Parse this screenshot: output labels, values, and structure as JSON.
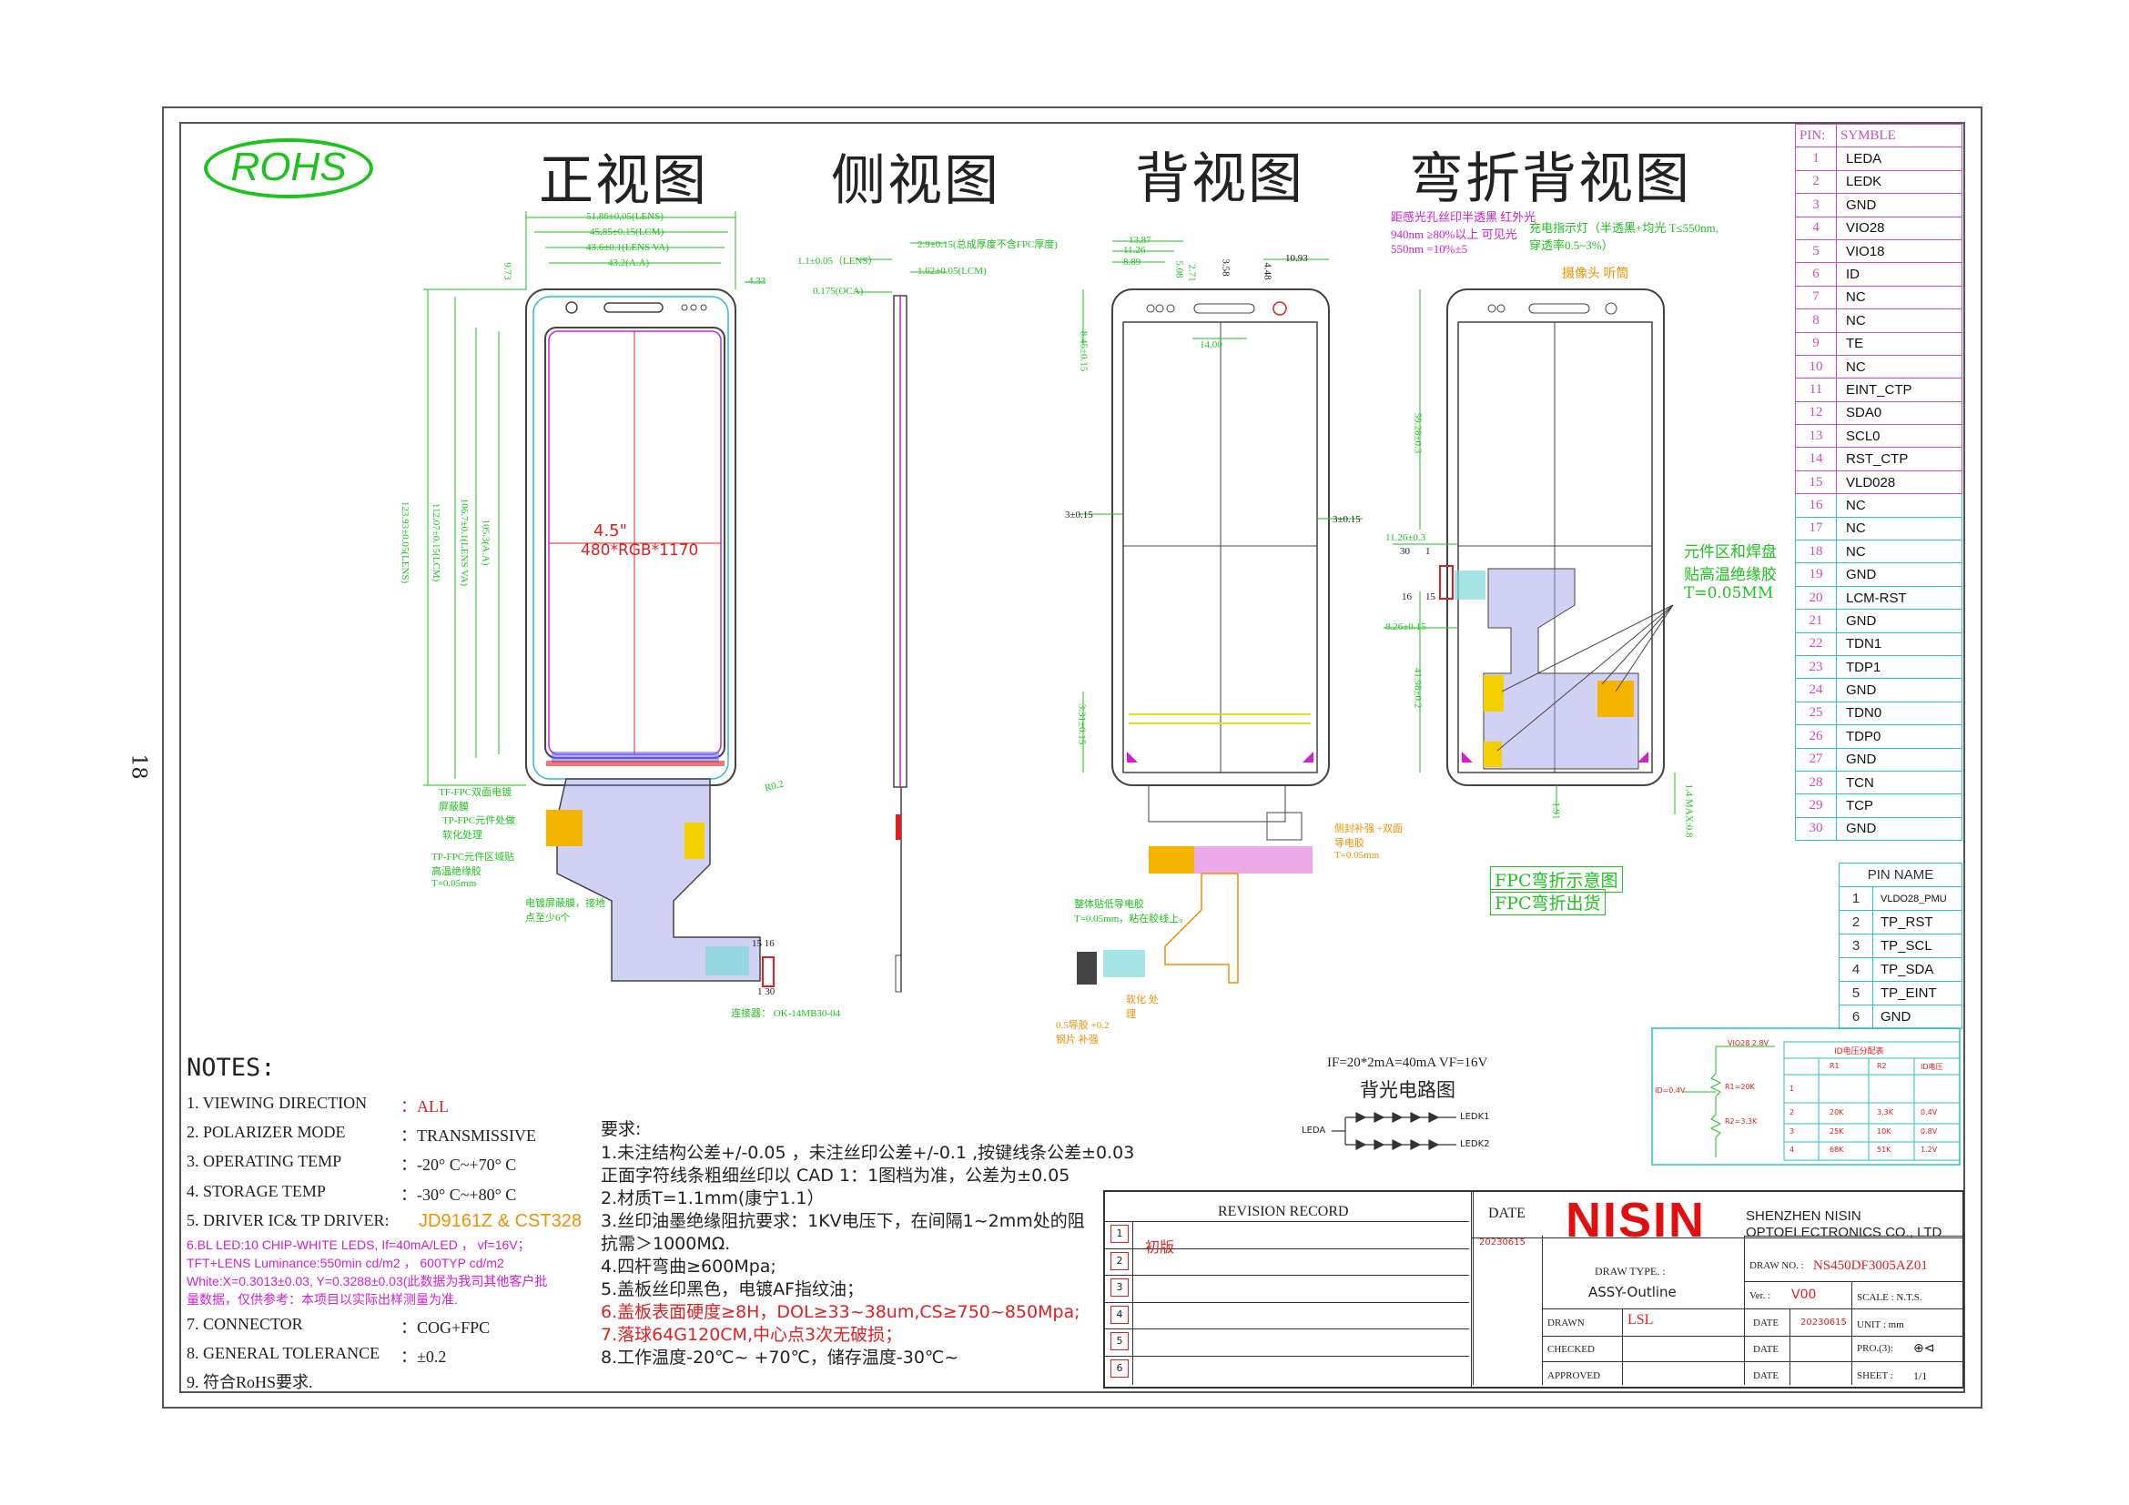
{
  "page_number": "18",
  "rohs": "ROHS",
  "views": {
    "front": "正视图",
    "side": "侧视图",
    "back": "背视图",
    "bent_back": "弯折背视图"
  },
  "front_view": {
    "dims": [
      "51.86±0.05(LENS)",
      "45.85±0.15(LCM)",
      "43.6±0.1(LENS VA)",
      "43.2(A.A)",
      "4.33",
      "9.73",
      "123.93±0.05(LENS)",
      "112.07±0.15(LCM)",
      "106.7±0.1(LENS VA)",
      "105.3(A.A)"
    ],
    "size_label": "4.5\"",
    "resolution_label": "480*RGB*1170",
    "notes": [
      "TF-FPC双面电镀屏蔽膜",
      "TP-FPC元件处做软化处理",
      "TP-FPC元件区域贴高温绝缘胶 T=0.05mm",
      "电镀屏蔽膜，接地点至少6个"
    ],
    "pins_top": "15 16",
    "pins_bottom": "1 30",
    "connector_part": "连接器：  OK-14MB30-04",
    "r_label": "R0.2"
  },
  "side_view": {
    "dims": [
      "1.1±0.05（LENS）",
      "0.175(OCA)",
      "2.9±0.15(总成厚度不含FPC厚度)",
      "1.62±0.05(LCM)"
    ]
  },
  "back_view": {
    "dims": [
      "13.87",
      "11.26",
      "8.89",
      "5.08",
      "2.71",
      "3.58",
      "4.48",
      "10.93",
      "14.00",
      "8.45±0.15",
      "3±0.15",
      "3±0.15",
      "3.31±0.15"
    ],
    "notes": [
      "侧封补强 +双面导电胶 T=0.05mm",
      "整体贴低导电胶 T=0.05mm，粘在胶线上。",
      "0.5导胶 +0.2钢片 补强",
      "软化 处理"
    ]
  },
  "bent_view": {
    "sensor_note": "距感光孔丝印半透黑 红外光940nm ≥80%以上 可见光550nm =10%±5",
    "led_note": "充电指示灯（半透黑+均光 T≤550nm,穿透率0.5~3%）",
    "camera_note": "摄像头  听筒",
    "dims": [
      "59.28±0.3",
      "11.26±0.3",
      "8.26±0.15",
      "41.98±0.2",
      "1.91",
      "1.4 MAX:0.8"
    ],
    "pins": [
      "30",
      "1",
      "16",
      "15"
    ],
    "element_note": "元件区和焊盘贴高温绝缘胶 T=0.05MM",
    "fpc_note_1": "FPC弯折示意图",
    "fpc_note_2": "FPC弯折出货"
  },
  "pin_table": {
    "header_pin": "PIN:",
    "header_symbol": "SYMBLE",
    "rows": [
      {
        "pin": "1",
        "name": "LEDA"
      },
      {
        "pin": "2",
        "name": "LEDK"
      },
      {
        "pin": "3",
        "name": "GND"
      },
      {
        "pin": "4",
        "name": "VIO28"
      },
      {
        "pin": "5",
        "name": "VIO18"
      },
      {
        "pin": "6",
        "name": "ID"
      },
      {
        "pin": "7",
        "name": "NC"
      },
      {
        "pin": "8",
        "name": "NC"
      },
      {
        "pin": "9",
        "name": "TE"
      },
      {
        "pin": "10",
        "name": "NC"
      },
      {
        "pin": "11",
        "name": "EINT_CTP"
      },
      {
        "pin": "12",
        "name": "SDA0"
      },
      {
        "pin": "13",
        "name": "SCL0"
      },
      {
        "pin": "14",
        "name": "RST_CTP"
      },
      {
        "pin": "15",
        "name": "VLD028"
      },
      {
        "pin": "16",
        "name": "NC"
      },
      {
        "pin": "17",
        "name": "NC"
      },
      {
        "pin": "18",
        "name": "NC"
      },
      {
        "pin": "19",
        "name": "GND"
      },
      {
        "pin": "20",
        "name": "LCM-RST"
      },
      {
        "pin": "21",
        "name": "GND"
      },
      {
        "pin": "22",
        "name": "TDN1"
      },
      {
        "pin": "23",
        "name": "TDP1"
      },
      {
        "pin": "24",
        "name": "GND"
      },
      {
        "pin": "25",
        "name": "TDN0"
      },
      {
        "pin": "26",
        "name": "TDP0"
      },
      {
        "pin": "27",
        "name": "GND"
      },
      {
        "pin": "28",
        "name": "TCN"
      },
      {
        "pin": "29",
        "name": "TCP"
      },
      {
        "pin": "30",
        "name": "GND"
      }
    ]
  },
  "tp_pin_table": {
    "header": "PIN  NAME",
    "rows": [
      {
        "pin": "1",
        "name": "VLDO28_PMU"
      },
      {
        "pin": "2",
        "name": "TP_RST"
      },
      {
        "pin": "3",
        "name": "TP_SCL"
      },
      {
        "pin": "4",
        "name": "TP_SDA"
      },
      {
        "pin": "5",
        "name": "TP_EINT"
      },
      {
        "pin": "6",
        "name": "GND"
      }
    ]
  },
  "id_circuit": {
    "title": "ID电压分配表",
    "vcc": "VIO28 2.8V",
    "r1": "R1=20K",
    "r2": "R2=3.3K",
    "id_label": "ID=0.4V",
    "headers": [
      "",
      "R1",
      "R2",
      "ID电压"
    ],
    "rows": [
      [
        "1",
        "",
        "",
        ""
      ],
      [
        "2",
        "20K",
        "3.3K",
        "0.4V"
      ],
      [
        "3",
        "25K",
        "10K",
        "0.8V"
      ],
      [
        "4",
        "68K",
        "51K",
        "1.2V"
      ]
    ]
  },
  "backlight": {
    "spec": "IF=20*2mA=40mA   VF=16V",
    "title": "背光电路图",
    "leda": "LEDA",
    "ledk1": "LEDK1",
    "ledk2": "LEDK2"
  },
  "notes": {
    "title": "NOTES:",
    "items": [
      {
        "label": "1. VIEWING  DIRECTION",
        "value": "：ALL"
      },
      {
        "label": "2. POLARIZER MODE",
        "value": "：TRANSMISSIVE"
      },
      {
        "label": "3. OPERATING TEMP",
        "value": "：-20° C~+70° C"
      },
      {
        "label": "4. STORAGE TEMP",
        "value": "：-30° C~+80° C"
      },
      {
        "label": "5. DRIVER IC& TP DRIVER:",
        "value": "JD9161Z & CST328"
      }
    ],
    "item6_line1": "6.BL  LED:10 CHIP-WHITE  LEDS, If=40mA/LED ，  vf=16V；",
    "item6_line2": "TFT+LENS Luminance:550min cd/m2 ，  600TYP cd/m2",
    "item6_line3": "White:X=0.3013±0.03, Y=0.3288±0.03(此数据为我司其他客户批",
    "item6_line4": "量数据，仅供参考：本项目以实际出样测量为准.",
    "item7_label": "7. CONNECTOR",
    "item7_value": "：COG+FPC",
    "item8_label": "8. GENERAL TOLERANCE",
    "item8_value": "：±0.2",
    "item9": "9. 符合RoHS要求."
  },
  "requirements": {
    "title": "要求:",
    "lines": [
      "1.未注结构公差+/-0.05 ，未注丝印公差+/-0.1 ,按键线条公差±0.03",
      "正面字符线条粗细丝印以 CAD 1：1图档为准，公差为±0.05",
      "2.材质T=1.1mm(康宁1.1）",
      "3.丝印油墨绝缘阻抗要求：1KV电压下，在间隔1~2mm处的阻",
      "抗需＞1000MΩ.",
      "4.四杆弯曲≥600Mpa;",
      "5.盖板丝印黑色，电镀AF指纹油；"
    ],
    "red_lines": [
      "6.盖板表面硬度≥8H，DOL≥33~38um,CS≥750~850Mpa;",
      "7.落球64G120CM,中心点3次无破损；"
    ],
    "last_line": "8.工作温度-20℃~ +70℃，储存温度-30℃~"
  },
  "title_block": {
    "revision_record": "REVISION  RECORD",
    "date_header": "DATE",
    "rev1_text": "初版",
    "rev1_date": "20230615",
    "rev_marks": [
      "1",
      "2",
      "3",
      "4",
      "5",
      "6"
    ],
    "company_logo": "NISIN",
    "company_name_1": "SHENZHEN NISIN",
    "company_name_2": "OPTOELECTRONICS CO., LTD",
    "draw_type_label": "DRAW  TYPE.  :",
    "draw_type_value": "ASSY-Outline",
    "draw_no_label": "DRAW NO. :",
    "draw_no_value": "NS450DF3005AZ01",
    "ver_label": "Ver. :",
    "ver_value": "V00",
    "scale_label": "SCALE : N.T.S.",
    "drawn_label": "DRAWN",
    "drawn_value": "LSL",
    "checked_label": "CHECKED",
    "approved_label": "APPROVED",
    "date_label": "DATE",
    "drawn_date": "20230615",
    "unit_label": "UNIT : mm",
    "proj_label": "PRO.(3):",
    "sheet_label": "SHEET :",
    "sheet_value": "1/1"
  },
  "colors": {
    "green": "#1ec21e",
    "magenta": "#d020d0",
    "red": "#e02020",
    "orange": "#f09000",
    "cyan": "#2fbfbf",
    "pin_border": "#c94fc0",
    "logo_red": "#e01010"
  }
}
